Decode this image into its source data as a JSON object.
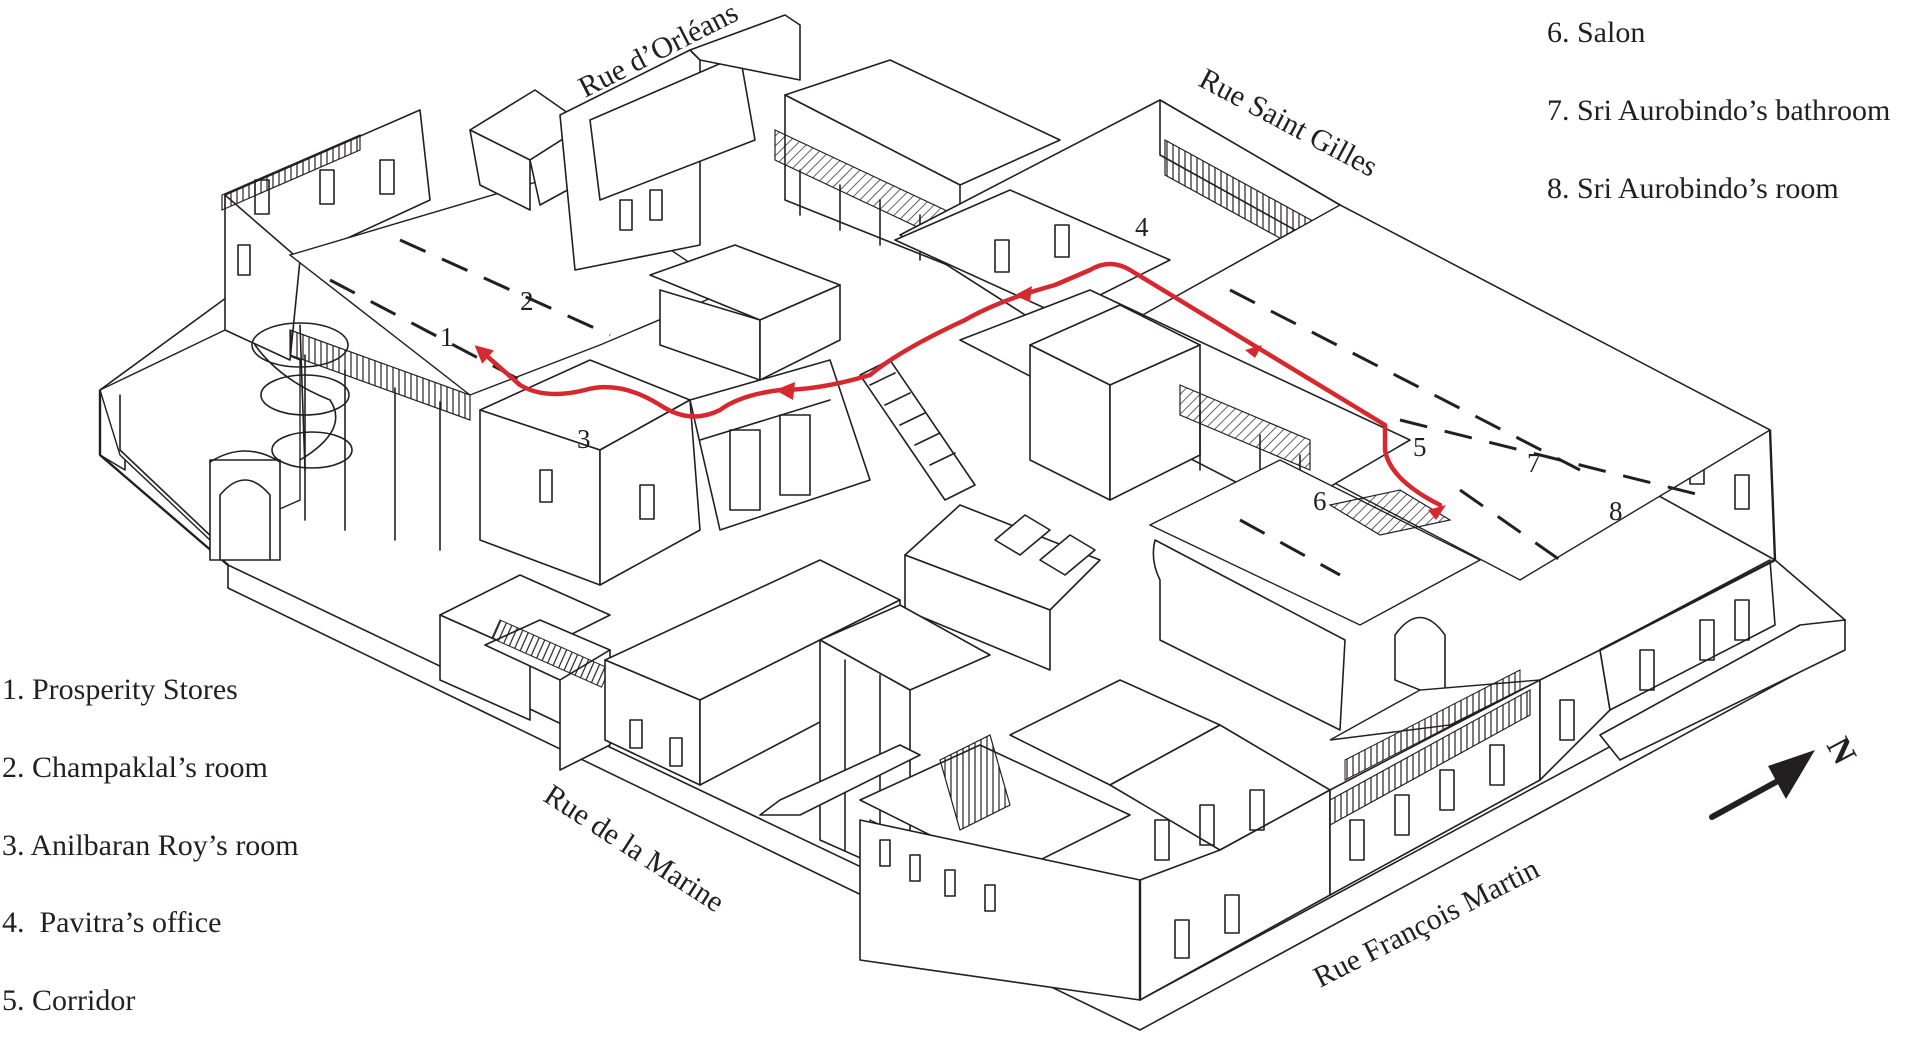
{
  "map": {
    "streets": {
      "rue_orleans": "Rue d’Orléans",
      "rue_saint_gilles": "Rue Saint Gilles",
      "rue_marine": "Rue de la Marine",
      "rue_francois_martin": "Rue François Martin"
    },
    "room_markers": [
      "1",
      "2",
      "3",
      "4",
      "5",
      "6",
      "7",
      "8"
    ],
    "compass_label": "N",
    "route_color": "#d7282f"
  },
  "legend": {
    "items": [
      "1. Prosperity Stores",
      "2. Champaklal’s room",
      "3. Anilbaran Roy’s room",
      "4.  Pavitra’s office",
      "5. Corridor",
      "6. Salon",
      "7. Sri Aurobindo’s bathroom",
      "8. Sri Aurobindo’s room"
    ]
  }
}
